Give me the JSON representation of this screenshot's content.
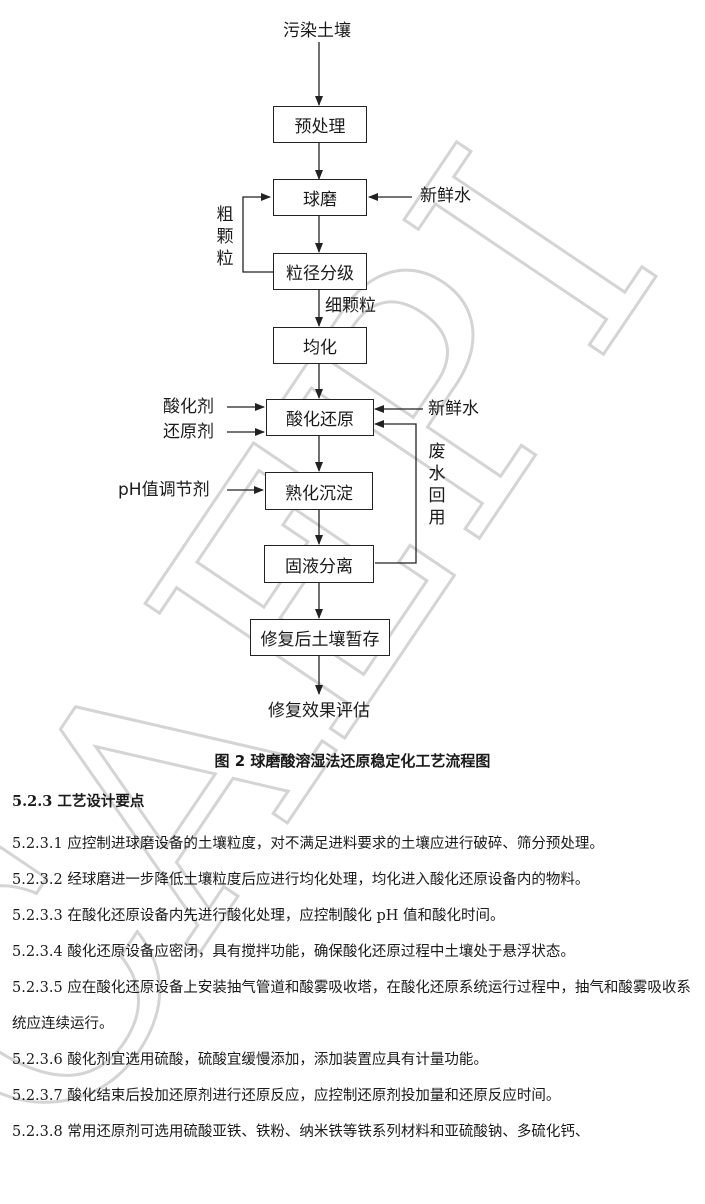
{
  "flowchart": {
    "input": "污染土壤",
    "steps": [
      "预处理",
      "球磨",
      "粒径分级",
      "均化",
      "酸化还原",
      "熟化沉淀",
      "固液分离",
      "修复后土壤暂存"
    ],
    "output": "修复效果评估",
    "side_inputs": {
      "fresh_water_1": "新鲜水",
      "coarse": "粗颗粒",
      "fine": "细颗粒",
      "acidifier": "酸化剂",
      "reductant": "还原剂",
      "fresh_water_2": "新鲜水",
      "wastewater_reuse": "废水回用",
      "ph_regulator": "pH值调节剂"
    }
  },
  "caption": "图 2  球磨酸溶湿法还原稳定化工艺流程图",
  "section": {
    "heading": "5.2.3 工艺设计要点",
    "paragraphs": [
      "5.2.3.1 应控制进球磨设备的土壤粒度，对不满足进料要求的土壤应进行破碎、筛分预处理。",
      "5.2.3.2 经球磨进一步降低土壤粒度后应进行均化处理，均化进入酸化还原设备内的物料。",
      "5.2.3.3 在酸化还原设备内先进行酸化处理，应控制酸化 pH 值和酸化时间。",
      "5.2.3.4  酸化还原设备应密闭，具有搅拌功能，确保酸化还原过程中土壤处于悬浮状态。",
      "5.2.3.5  应在酸化还原设备上安装抽气管道和酸雾吸收塔，在酸化还原系统运行过程中，抽气和酸雾吸收系统应连续运行。",
      "5.2.3.6 酸化剂宜选用硫酸，硫酸宜缓慢添加，添加装置应具有计量功能。",
      "5.2.3.7 酸化结束后投加还原剂进行还原反应，应控制还原剂投加量和还原反应时间。",
      "5.2.3.8 常用还原剂可选用硫酸亚铁、铁粉、纳米铁等铁系列材料和亚硫酸钠、多硫化钙、"
    ]
  },
  "watermark": "CAEPI",
  "colors": {
    "line": "#222222",
    "watermark": "#d9d9d9"
  }
}
